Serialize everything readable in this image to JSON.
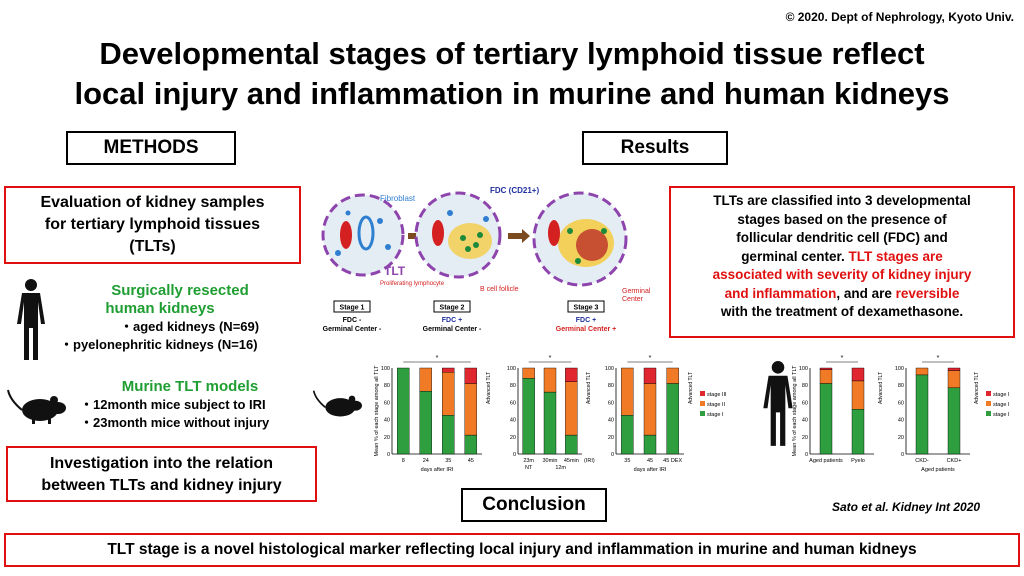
{
  "copyright": "© 2020. Dept of Nephrology, Kyoto Univ.",
  "title_line1": "Developmental stages of tertiary lymphoid tissue reflect",
  "title_line2": "local injury and inflammation in murine and human kidneys",
  "methods_label": "METHODS",
  "results_label": "Results",
  "conclusion_label": "Conclusion",
  "evaluation": [
    "Evaluation of kidney samples",
    "for tertiary lymphoid tissues",
    "(TLTs)"
  ],
  "human": {
    "heading1": "Surgically resected",
    "heading2": "human kidneys",
    "item1": "・aged kidneys (N=69)",
    "item2": "・pyelonephritic kidneys (N=16)"
  },
  "murine": {
    "heading": "Murine TLT models",
    "item1": "・12month mice subject to IRI",
    "item2": "・23month mice without injury"
  },
  "investigation": [
    "Investigation into the relation",
    "between TLTs and kidney injury"
  ],
  "results_text": {
    "p1": "TLTs are classified into 3 developmental",
    "p2": "stages based on the presence of",
    "p3": "follicular dendritic cell (FDC) and",
    "p4": "germinal center.",
    "r1": "TLT stages are",
    "r2": "associated with severity of kidney injury",
    "r3": "and inflammation",
    "p5": ", and are",
    "r4": "reversible",
    "p6": "with the treatment of dexamethasone."
  },
  "diagram": {
    "fibroblast": "Fibroblast",
    "fdc": "FDC (CD21+)",
    "tlt": "TLT",
    "proliferating": "Proliferating lymphocyte",
    "bcell": "B cell follicle",
    "germinal1": "Germinal",
    "germinal2": "Center",
    "stage1": "Stage 1",
    "stage2": "Stage 2",
    "stage3": "Stage 3",
    "s1a": "FDC -",
    "s1b": "Germinal Center -",
    "s2a": "FDC +",
    "s2b": "Germinal Center -",
    "s3a": "FDC +",
    "s3b": "Germinal Center +"
  },
  "citation": "Sato et al. Kidney Int 2020",
  "conclusion_text": "TLT stage is a novel histological marker reflecting local injury and inflammation in murine and human kidneys",
  "chart_common": {
    "ylabel": "Mean % of each stage among all TLT",
    "advanced": "Advanced TLT",
    "legend": [
      "stage III",
      "stage II",
      "stage I"
    ],
    "colors": {
      "stage III": "#e0262f",
      "stage II": "#f07a26",
      "stage I": "#2e9e3f"
    },
    "star": "*"
  },
  "chart_data": [
    {
      "type": "bar",
      "stacked": true,
      "categories": [
        "8",
        "24",
        "35",
        "45"
      ],
      "xlabel": "days after IRI",
      "ylim": [
        0,
        100
      ],
      "yticks": [
        0,
        20,
        40,
        60,
        80,
        100
      ],
      "series": [
        {
          "name": "stage I",
          "values": [
            100,
            73,
            45,
            22
          ]
        },
        {
          "name": "stage II",
          "values": [
            0,
            27,
            50,
            60
          ]
        },
        {
          "name": "stage III",
          "values": [
            0,
            0,
            5,
            18
          ]
        }
      ]
    },
    {
      "type": "bar",
      "stacked": true,
      "categories": [
        "23m",
        "30min",
        "45min"
      ],
      "sub_labels": [
        "NT",
        "12m"
      ],
      "extra_label": "(IRI)",
      "ylim": [
        0,
        100
      ],
      "yticks": [
        0,
        20,
        40,
        60,
        80,
        100
      ],
      "series": [
        {
          "name": "stage I",
          "values": [
            88,
            72,
            22
          ]
        },
        {
          "name": "stage II",
          "values": [
            12,
            28,
            62
          ]
        },
        {
          "name": "stage III",
          "values": [
            0,
            0,
            16
          ]
        }
      ]
    },
    {
      "type": "bar",
      "stacked": true,
      "categories": [
        "35",
        "45",
        "45 DEX"
      ],
      "xlabel": "days after IRI",
      "ylim": [
        0,
        100
      ],
      "yticks": [
        0,
        20,
        40,
        60,
        80,
        100
      ],
      "series": [
        {
          "name": "stage I",
          "values": [
            45,
            22,
            82
          ]
        },
        {
          "name": "stage II",
          "values": [
            55,
            60,
            18
          ]
        },
        {
          "name": "stage III",
          "values": [
            0,
            18,
            0
          ]
        }
      ]
    },
    {
      "type": "bar",
      "stacked": true,
      "categories": [
        "Aged patients",
        "Pyelo"
      ],
      "ylim": [
        0,
        100
      ],
      "yticks": [
        0,
        20,
        40,
        60,
        80,
        100
      ],
      "series": [
        {
          "name": "stage I",
          "values": [
            82,
            52
          ]
        },
        {
          "name": "stage II",
          "values": [
            16,
            33
          ]
        },
        {
          "name": "stage III",
          "values": [
            2,
            15
          ]
        }
      ]
    },
    {
      "type": "bar",
      "stacked": true,
      "categories": [
        "CKD-",
        "CKD+"
      ],
      "xlabel": "Aged patients",
      "ylim": [
        0,
        100
      ],
      "yticks": [
        0,
        20,
        40,
        60,
        80,
        100
      ],
      "series": [
        {
          "name": "stage I",
          "values": [
            92,
            77
          ]
        },
        {
          "name": "stage II",
          "values": [
            8,
            20
          ]
        },
        {
          "name": "stage III",
          "values": [
            0,
            3
          ]
        }
      ]
    }
  ]
}
